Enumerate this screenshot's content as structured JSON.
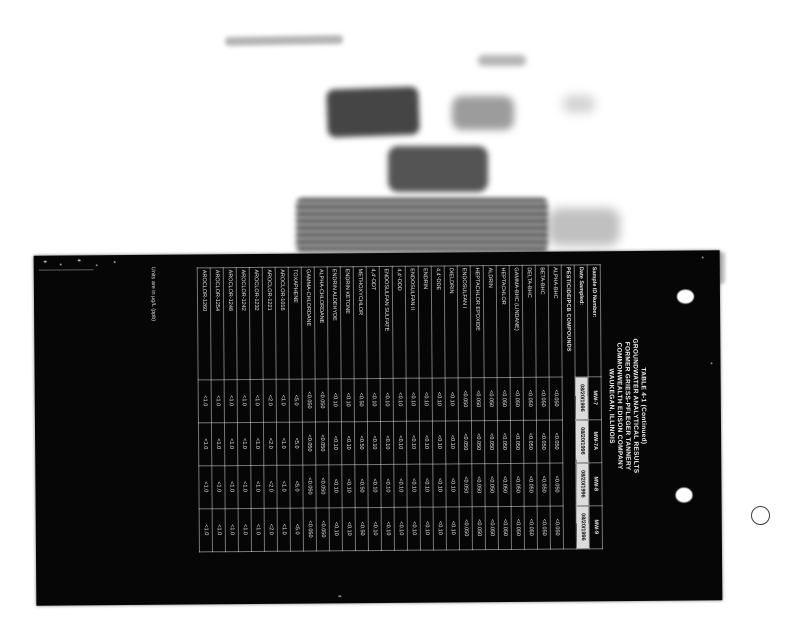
{
  "document": {
    "title_lines": [
      "TABLE 4-1 (Continued)",
      "GROUNDWATER ANALYTICAL RESULTS",
      "FORMER GRIESS-PFLEGER TANNERY",
      "COMMONWEALTH EDISON COMPANY",
      "WAUKEGAN, ILLINOIS"
    ],
    "footnote": "Units are in µg/L (ppb)",
    "header": {
      "sample_row_label": "Sample ID Number:",
      "date_row_label": "Date Sampled:",
      "section_label": "PESTICIDE/PCB COMPOUNDS",
      "columns": [
        {
          "well": "MW-7",
          "date": "08/20/1996"
        },
        {
          "well": "MW-7A",
          "date": "08/20/1996"
        },
        {
          "well": "MW-8",
          "date": "08/20/1996"
        },
        {
          "well": "MW-9",
          "date": "08/20/1996"
        }
      ]
    },
    "rows": [
      {
        "compound": "ALPHA-BHC",
        "values": [
          "<0.050",
          "<0.050",
          "<0.050",
          "<0.050"
        ]
      },
      {
        "compound": "BETA-BHC",
        "values": [
          "<0.050",
          "<0.050",
          "<0.050",
          "<0.050"
        ]
      },
      {
        "compound": "DELTA-BHC",
        "values": [
          "<0.050",
          "<0.050",
          "<0.050",
          "<0.050"
        ]
      },
      {
        "compound": "GAMMA-BHC (LINDANE)",
        "values": [
          "<0.050",
          "<0.050",
          "<0.050",
          "<0.050"
        ]
      },
      {
        "compound": "HEPTACHLOR",
        "values": [
          "<0.050",
          "<0.050",
          "<0.050",
          "<0.050"
        ]
      },
      {
        "compound": "ALDRIN",
        "values": [
          "<0.050",
          "<0.050",
          "<0.050",
          "<0.050"
        ]
      },
      {
        "compound": "HEPTACHLOR EPOXIDE",
        "values": [
          "<0.050",
          "<0.050",
          "<0.050",
          "<0.050"
        ]
      },
      {
        "compound": "ENDOSULFAN I",
        "values": [
          "<0.050",
          "<0.050",
          "<0.050",
          "<0.050"
        ]
      },
      {
        "compound": "DIELDRIN",
        "values": [
          "<0.10",
          "<0.10",
          "<0.10",
          "<0.10"
        ]
      },
      {
        "compound": "4,4'-DDE",
        "values": [
          "<0.10",
          "<0.10",
          "<0.10",
          "<0.10"
        ]
      },
      {
        "compound": "ENDRIN",
        "values": [
          "<0.10",
          "<0.10",
          "<0.10",
          "<0.10"
        ]
      },
      {
        "compound": "ENDOSULFAN II",
        "values": [
          "<0.10",
          "<0.10",
          "<0.10",
          "<0.10"
        ]
      },
      {
        "compound": "4,4'-DDD",
        "values": [
          "<0.10",
          "<0.10",
          "<0.10",
          "<0.10"
        ]
      },
      {
        "compound": "ENDOSULFAN SULFATE",
        "values": [
          "<0.10",
          "<0.10",
          "<0.10",
          "<0.10"
        ]
      },
      {
        "compound": "4,4'-DDT",
        "values": [
          "<0.10",
          "<0.10",
          "<0.10",
          "<0.10"
        ]
      },
      {
        "compound": "METHOXYCHLOR",
        "values": [
          "<0.50",
          "<0.50",
          "<0.50",
          "<0.50"
        ]
      },
      {
        "compound": "ENDRIN KETONE",
        "values": [
          "<0.10",
          "<0.10",
          "<0.10",
          "<0.10"
        ]
      },
      {
        "compound": "ENDRIN ALDEHYDE",
        "values": [
          "<0.10",
          "<0.10",
          "<0.10",
          "<0.10"
        ]
      },
      {
        "compound": "ALPHA-CHLORDANE",
        "values": [
          "<0.050",
          "<0.050",
          "<0.050",
          "<0.050"
        ]
      },
      {
        "compound": "GAMMA-CHLORDANE",
        "values": [
          "<0.050",
          "<0.050",
          "<0.050",
          "<0.050"
        ]
      },
      {
        "compound": "TOXAPHENE",
        "values": [
          "<5.0",
          "<5.0",
          "<5.0",
          "<5.0"
        ]
      },
      {
        "compound": "AROCLOR-1016",
        "values": [
          "<1.0",
          "<1.0",
          "<1.0",
          "<1.0"
        ]
      },
      {
        "compound": "AROCLOR-1221",
        "values": [
          "<2.0",
          "<2.0",
          "<2.0",
          "<2.0"
        ]
      },
      {
        "compound": "AROCLOR-1232",
        "values": [
          "<1.0",
          "<1.0",
          "<1.0",
          "<1.0"
        ]
      },
      {
        "compound": "AROCLOR-1242",
        "values": [
          "<1.0",
          "<1.0",
          "<1.0",
          "<1.0"
        ]
      },
      {
        "compound": "AROCLOR-1248",
        "values": [
          "<1.0",
          "<1.0",
          "<1.0",
          "<1.0"
        ]
      },
      {
        "compound": "AROCLOR-1254",
        "values": [
          "<1.0",
          "<1.0",
          "<1.0",
          "<1.0"
        ]
      },
      {
        "compound": "AROCLOR-1260",
        "values": [
          "<1.0",
          "<1.0",
          "<1.0",
          "<1.0"
        ]
      }
    ]
  }
}
